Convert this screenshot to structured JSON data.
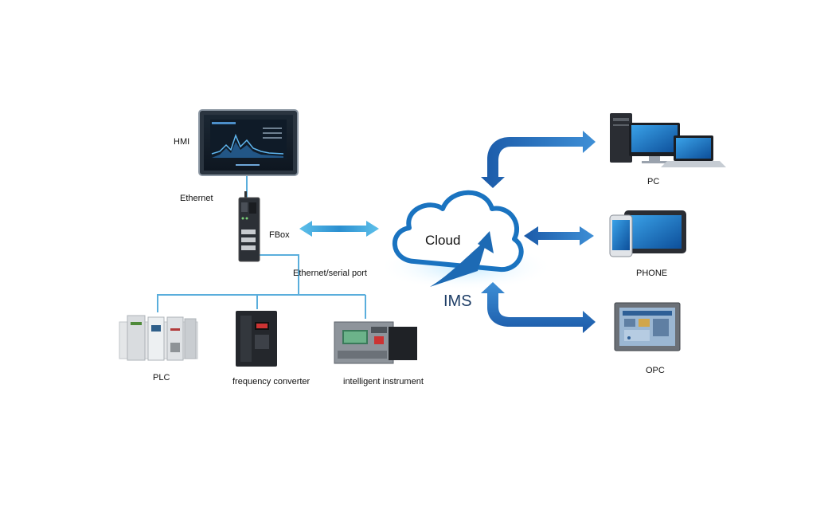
{
  "labels": {
    "hmi": "HMI",
    "ethernet": "Ethernet",
    "fbox": "FBox",
    "ethernet_serial": "Ethernet/serial port",
    "cloud": "Cloud",
    "ims": "IMS",
    "plc": "PLC",
    "frequency_converter": "frequency converter",
    "intelligent_instrument": "intelligent instrument",
    "pc": "PC",
    "phone": "PHONE",
    "opc": "OPC"
  },
  "colors": {
    "connector_line": "#5aaedc",
    "arrow_blue": "#1e64b4",
    "arrow_light": "#3fa2d8",
    "cloud_blue": "#1a73c0"
  }
}
